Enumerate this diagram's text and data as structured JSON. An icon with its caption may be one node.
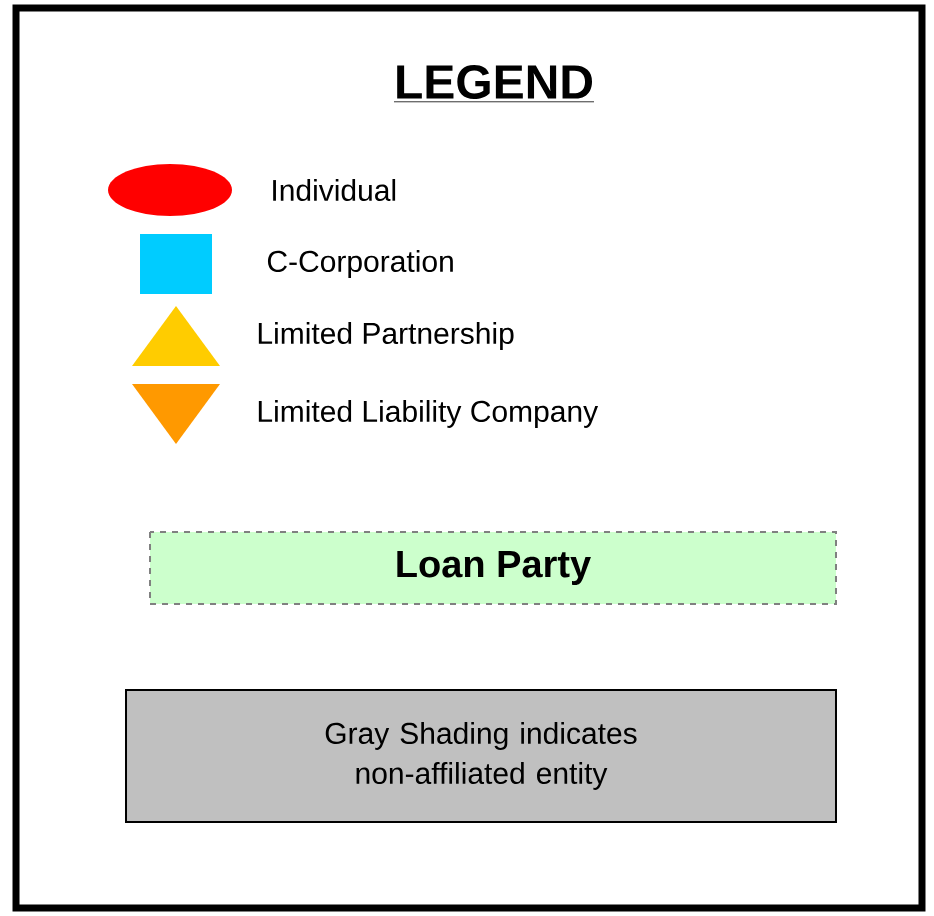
{
  "diagram": {
    "title": "LEGEND",
    "legend": [
      {
        "text": "Individual",
        "color": "#ff0000"
      },
      {
        "text": "C-Corporation",
        "color": "#00ccff"
      },
      {
        "text": "Limited Partnership",
        "color": "#ffcc00"
      },
      {
        "text": "Limited Liability Company",
        "color": "#ff9900"
      },
      {
        "text": "Loan Party",
        "color": "#ccffcc"
      },
      {
        "text": "Gray Shading indicates non-affiliated entity",
        "color": "#c0c0c0"
      }
    ]
  }
}
